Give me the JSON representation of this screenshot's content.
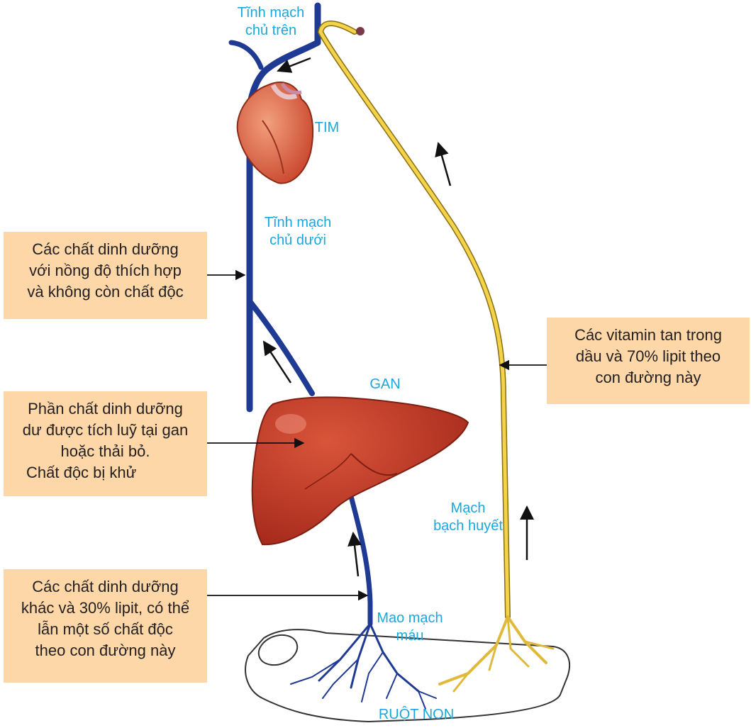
{
  "labels": {
    "svc_top": [
      "Tĩnh mạch",
      "chủ trên"
    ],
    "heart": "TIM",
    "ivc": [
      "Tĩnh mạch",
      "chủ dưới"
    ],
    "liver": "GAN",
    "lymph": [
      "Mạch",
      "bạch huyết"
    ],
    "capillary": [
      "Mao mạch",
      "máu"
    ],
    "intestine": "RUỘT NON"
  },
  "boxes": {
    "nutrients_clean": [
      "Các chất dinh dưỡng",
      "với  nồng độ thích hợp",
      "và không còn chất độc"
    ],
    "liver_storage": [
      "Phần chất dinh dưỡng",
      "dư được tích luỹ tại gan",
      "hoặc thải bỏ.",
      "Chất độc bị khử"
    ],
    "blood_route": [
      "Các chất dinh dưỡng",
      "khác và 30% lipit, có thể",
      "lẫn một số chất độc",
      "theo con đường này"
    ],
    "lymph_route": [
      "Các vitamin tan trong",
      "dầu và 70% lipit theo",
      "con đường này"
    ]
  },
  "colors": {
    "vein": "#1f3a93",
    "lymph": "#f3d34a",
    "label": "#1aa7e0",
    "box": "#fdd7a8",
    "organ": "#b8361e"
  }
}
